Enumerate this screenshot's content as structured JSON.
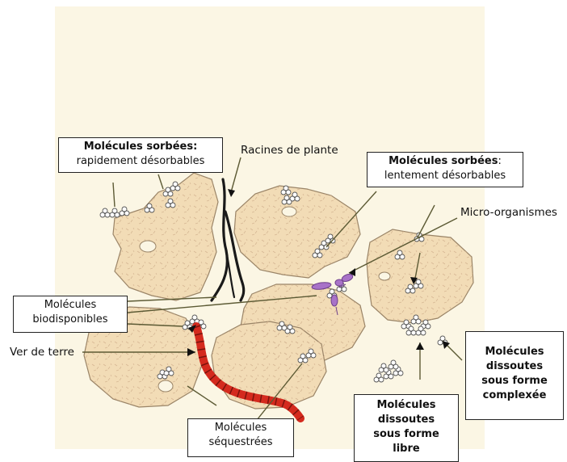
{
  "labels": {
    "sorbed_fast_title": "Molécules sorbées:",
    "sorbed_fast_sub": "rapidement désorbables",
    "roots": "Racines de plante",
    "sorbed_slow_title": "Molécules sorbées",
    "sorbed_slow_colon": ":",
    "sorbed_slow_sub": "lentement désorbables",
    "microorganisms": "Micro-organismes",
    "bioavailable_1": "Molécules",
    "bioavailable_2": "biodisponibles",
    "earthworm": "Ver de terre",
    "dissolved_complex_1": "Molécules",
    "dissolved_complex_2": "dissoutes",
    "dissolved_complex_3": "sous forme",
    "dissolved_complex_4": "complexée",
    "dissolved_free_1": "Molécules",
    "dissolved_free_2": "dissoutes",
    "dissolved_free_3": "sous forme",
    "dissolved_free_4": "libre",
    "sequestered_1": "Molécules",
    "sequestered_2": "séquestrées"
  },
  "colors": {
    "background": "#fbf6e4",
    "aggregate_fill": "#f2dcb6",
    "aggregate_stroke": "#9a8467",
    "root": "#1a1a1a",
    "earthworm": "#d42a1e",
    "microorganism": "#a872c8",
    "arrow": "#5c5a34"
  }
}
